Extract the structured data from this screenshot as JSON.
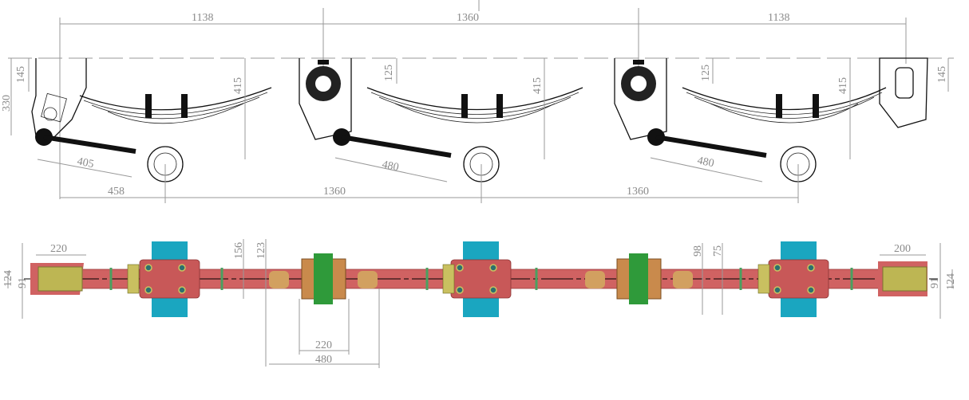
{
  "side_view": {
    "top_dims": [
      "1138",
      "1360",
      "1138"
    ],
    "height_dims": [
      "145",
      "330",
      "415",
      "125",
      "415",
      "125",
      "415",
      "145"
    ],
    "rod_dims": [
      "405",
      "480",
      "480"
    ],
    "bottom_dims": [
      "458",
      "1360",
      "1360"
    ]
  },
  "top_view": {
    "left_end": {
      "width": "220",
      "outer": "124",
      "inner": "91"
    },
    "center": {
      "h1": "156",
      "h2": "123",
      "inner_width": "220",
      "outer_width": "480"
    },
    "right_center": {
      "h1": "98",
      "h2": "75"
    },
    "right_end": {
      "width": "200",
      "inner": "91",
      "outer": "124"
    }
  },
  "colors": {
    "beam": "#d06262",
    "axle": "#1aa6c0",
    "hanger": "#c98a4c",
    "end_block": "#bdb653",
    "bushing": "#2f9a3a"
  }
}
